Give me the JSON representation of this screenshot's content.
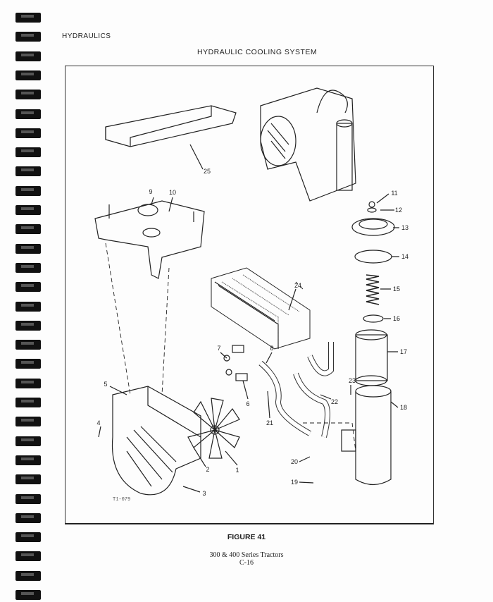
{
  "header": {
    "section": "HYDRAULICS",
    "title": "HYDRAULIC COOLING SYSTEM"
  },
  "diagram": {
    "drawing_code": "T1-079",
    "callouts": [
      "25",
      "9",
      "10",
      "11",
      "12",
      "13",
      "14",
      "15",
      "16",
      "17",
      "18",
      "19",
      "20",
      "21",
      "22",
      "23",
      "24",
      "5",
      "4",
      "3",
      "2",
      "1",
      "7",
      "8",
      "6"
    ]
  },
  "footer": {
    "figure": "FIGURE 41",
    "series": "300 & 400 Series Tractors",
    "page": "C-16"
  }
}
